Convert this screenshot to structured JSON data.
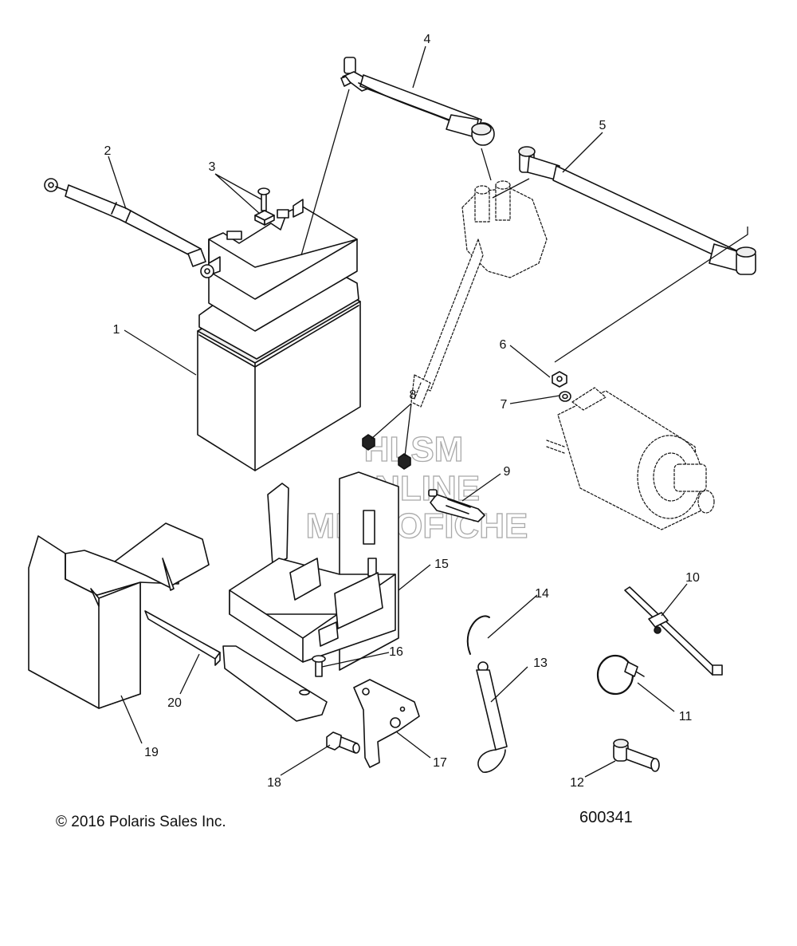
{
  "callouts": [
    "1",
    "2",
    "3",
    "4",
    "5",
    "6",
    "7",
    "8",
    "9",
    "10",
    "11",
    "12",
    "13",
    "14",
    "15",
    "16",
    "17",
    "18",
    "19",
    "20"
  ],
  "watermark": [
    "HLSM",
    "ONLINE",
    "MICROFICHE"
  ],
  "footer": {
    "copyright": "© 2016 Polaris Sales Inc.",
    "diagram_code": "600341"
  }
}
